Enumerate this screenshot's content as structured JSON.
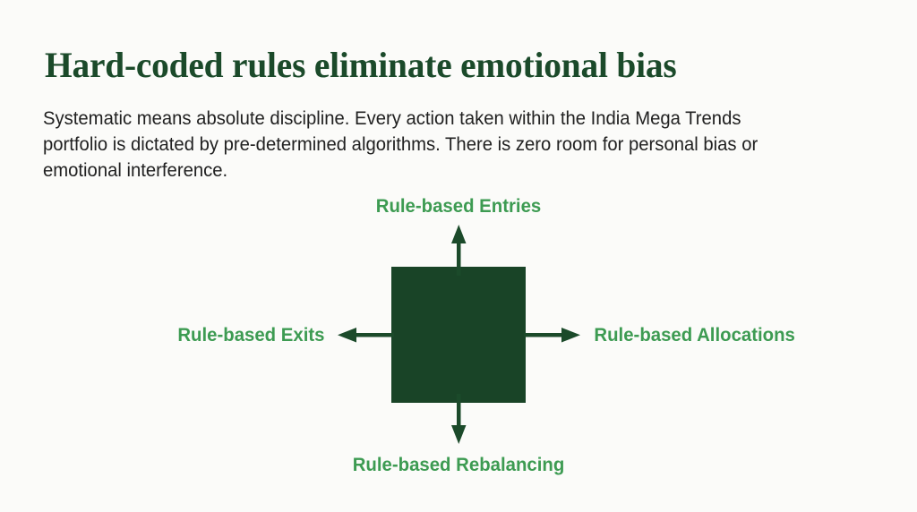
{
  "slide": {
    "background_color": "#fbfbf9",
    "title": "Hard-coded rules eliminate emotional bias",
    "title_color": "#1b4a2a",
    "body_text": "Systematic means absolute discipline. Every action taken within the India Mega Trends portfolio is dictated by pre-determined algorithms. There is zero room for personal bias or emotional interference.",
    "body_color": "#212121"
  },
  "diagram": {
    "type": "radial-four-arrow",
    "center_node": {
      "shape": "square",
      "fill_color": "#194427",
      "label": ""
    },
    "accent_color": "#3d9b52",
    "arrow_color": "#1b4a2a",
    "branches": [
      {
        "direction": "up",
        "label": "Rule-based Entries"
      },
      {
        "direction": "right",
        "label": "Rule-based Allocations"
      },
      {
        "direction": "down",
        "label": "Rule-based Rebalancing"
      },
      {
        "direction": "left",
        "label": "Rule-based Exits"
      }
    ]
  }
}
